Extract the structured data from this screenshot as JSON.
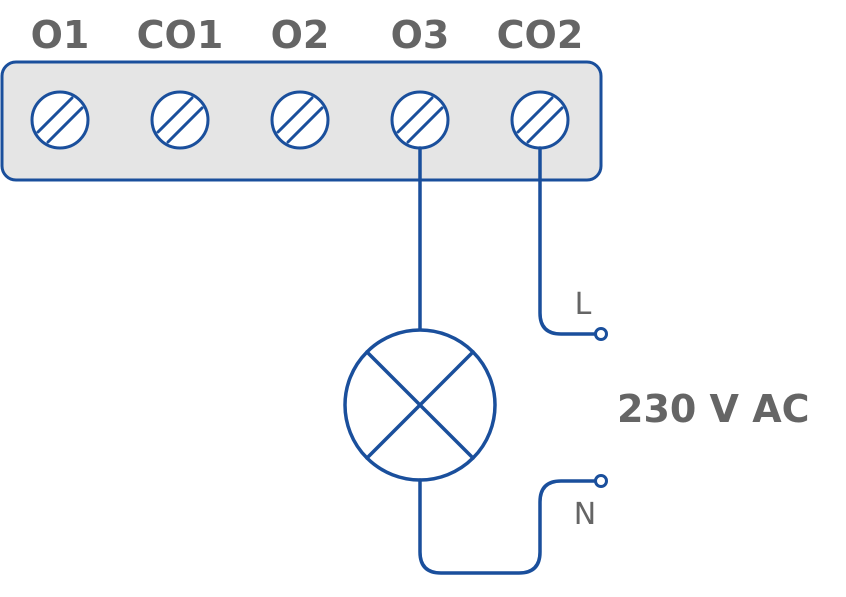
{
  "terminals": [
    {
      "label": "O1"
    },
    {
      "label": "CO1"
    },
    {
      "label": "O2"
    },
    {
      "label": "O3"
    },
    {
      "label": "CO2"
    }
  ],
  "lines": {
    "live": "L",
    "neutral": "N"
  },
  "supply": {
    "voltage": "230 V AC"
  },
  "colors": {
    "wire": "#1a4f9c",
    "block_fill": "#e5e5e5",
    "text": "#656565"
  },
  "icons": {
    "load": "lamp-icon",
    "terminal": "screw-terminal-icon"
  }
}
